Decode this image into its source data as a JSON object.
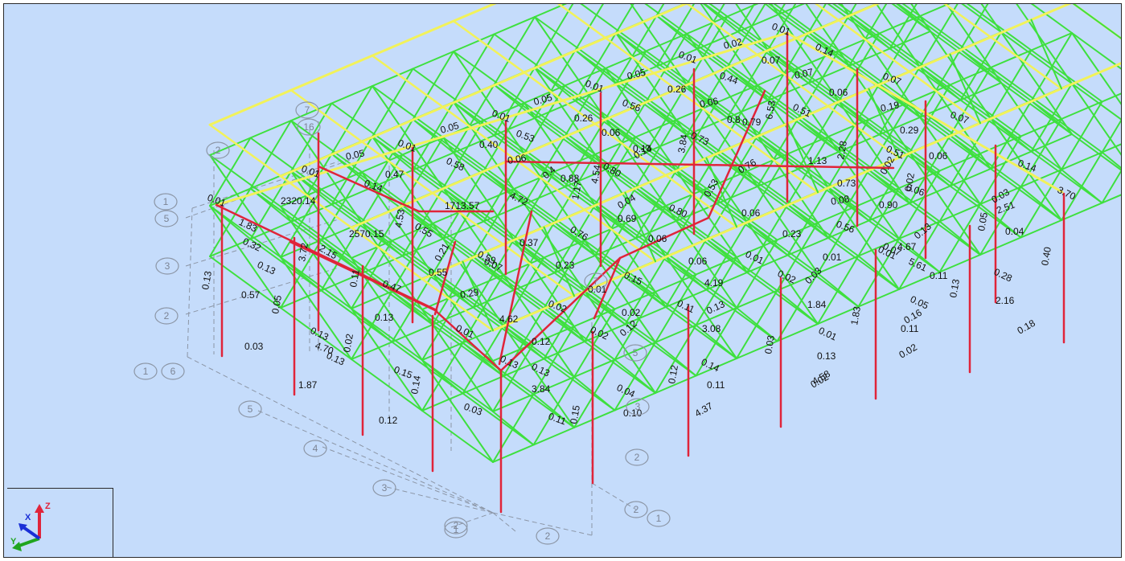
{
  "viewport": {
    "background": "#c5dcfb",
    "member_colors": {
      "low": "#3ee03e",
      "medium": "#f2f25a",
      "high": "#e0243a"
    }
  },
  "axis_triad": {
    "x_label": "X",
    "y_label": "Y",
    "z_label": "Z",
    "x_color": "#1a2fd6",
    "y_color": "#1fa51f",
    "z_color": "#e0243a"
  },
  "grid_bubbles": [
    "7",
    "16",
    "2",
    "5",
    "3",
    "2",
    "1",
    "6",
    "5",
    "4",
    "3",
    "2",
    "1",
    "2",
    "1",
    "7",
    "5",
    "3",
    "2",
    "2",
    "1"
  ],
  "member_labels": [
    "0.01",
    "0.02",
    "0.14",
    "0.01",
    "0.07",
    "0.07",
    "0.05",
    "0.44",
    "0.07",
    "0.06",
    "0.01",
    "0.26",
    "0.05",
    "0.56",
    "0.06",
    "0.19",
    "0.07",
    "0.01",
    "0.26",
    "0.53",
    "0.8",
    "0.79",
    "6.53",
    "0.51",
    "0.05",
    "0.06",
    "0.73",
    "2.28",
    "0.29",
    "0.01",
    "0.40",
    "3.84",
    "0.06",
    "0.05",
    "0.58",
    "0.06",
    "0.4",
    "0.14",
    "0.51",
    "0.14",
    "0.01",
    "0.88",
    "4.54",
    "0.80",
    "0.13",
    "1.13",
    "0.14",
    "0.47",
    "1.17",
    "4.72",
    "0.76",
    "0.02",
    "0.73",
    "0.06",
    "0.02",
    "3.70",
    "0.01",
    "2320.14",
    "1713.57",
    "0.04",
    "0.80",
    "0.03",
    "0.08",
    "0.90",
    "0.69",
    "0.53",
    "0.06",
    "0.56",
    "0.01",
    "1.83",
    "2570.15",
    "4.53",
    "0.13",
    "0.37",
    "0.76",
    "0.06",
    "0.23",
    "0.05",
    "0.04",
    "2.51",
    "0.32",
    "3.72",
    "2.15",
    "0.55",
    "0.21",
    "0.59",
    "0.01",
    "0.07",
    "5.61",
    "0.40",
    "0.13",
    "0.55",
    "0.07",
    "0.23",
    "0.06",
    "0.01",
    "0.02",
    "0.11",
    "4.67",
    "0.29",
    "0.13",
    "0.11",
    "0.57",
    "0.05",
    "0.15",
    "4.19",
    "0.03",
    "0.13",
    "2.16",
    "0.28",
    "0.47",
    "0.01",
    "0.02",
    "0.11",
    "1.84",
    "0.16",
    "0.18",
    "0.05",
    "0.13",
    "4.62",
    "0.02",
    "0.13",
    "1.83",
    "0.11",
    "0.03",
    "0.01",
    "0.12",
    "0.12",
    "0.02",
    "3.08",
    "0.01",
    "0.13",
    "4.70",
    "0.02",
    "0.13",
    "0.14",
    "0.03",
    "0.13",
    "0.02",
    "0.13",
    "0.13",
    "4.58",
    "1.87",
    "0.04",
    "0.12",
    "0.11",
    "0.15",
    "0.14",
    "3.84",
    "0.02",
    "0.12",
    "4.37",
    "0.03",
    "0.11",
    "0.15",
    "0.10"
  ]
}
